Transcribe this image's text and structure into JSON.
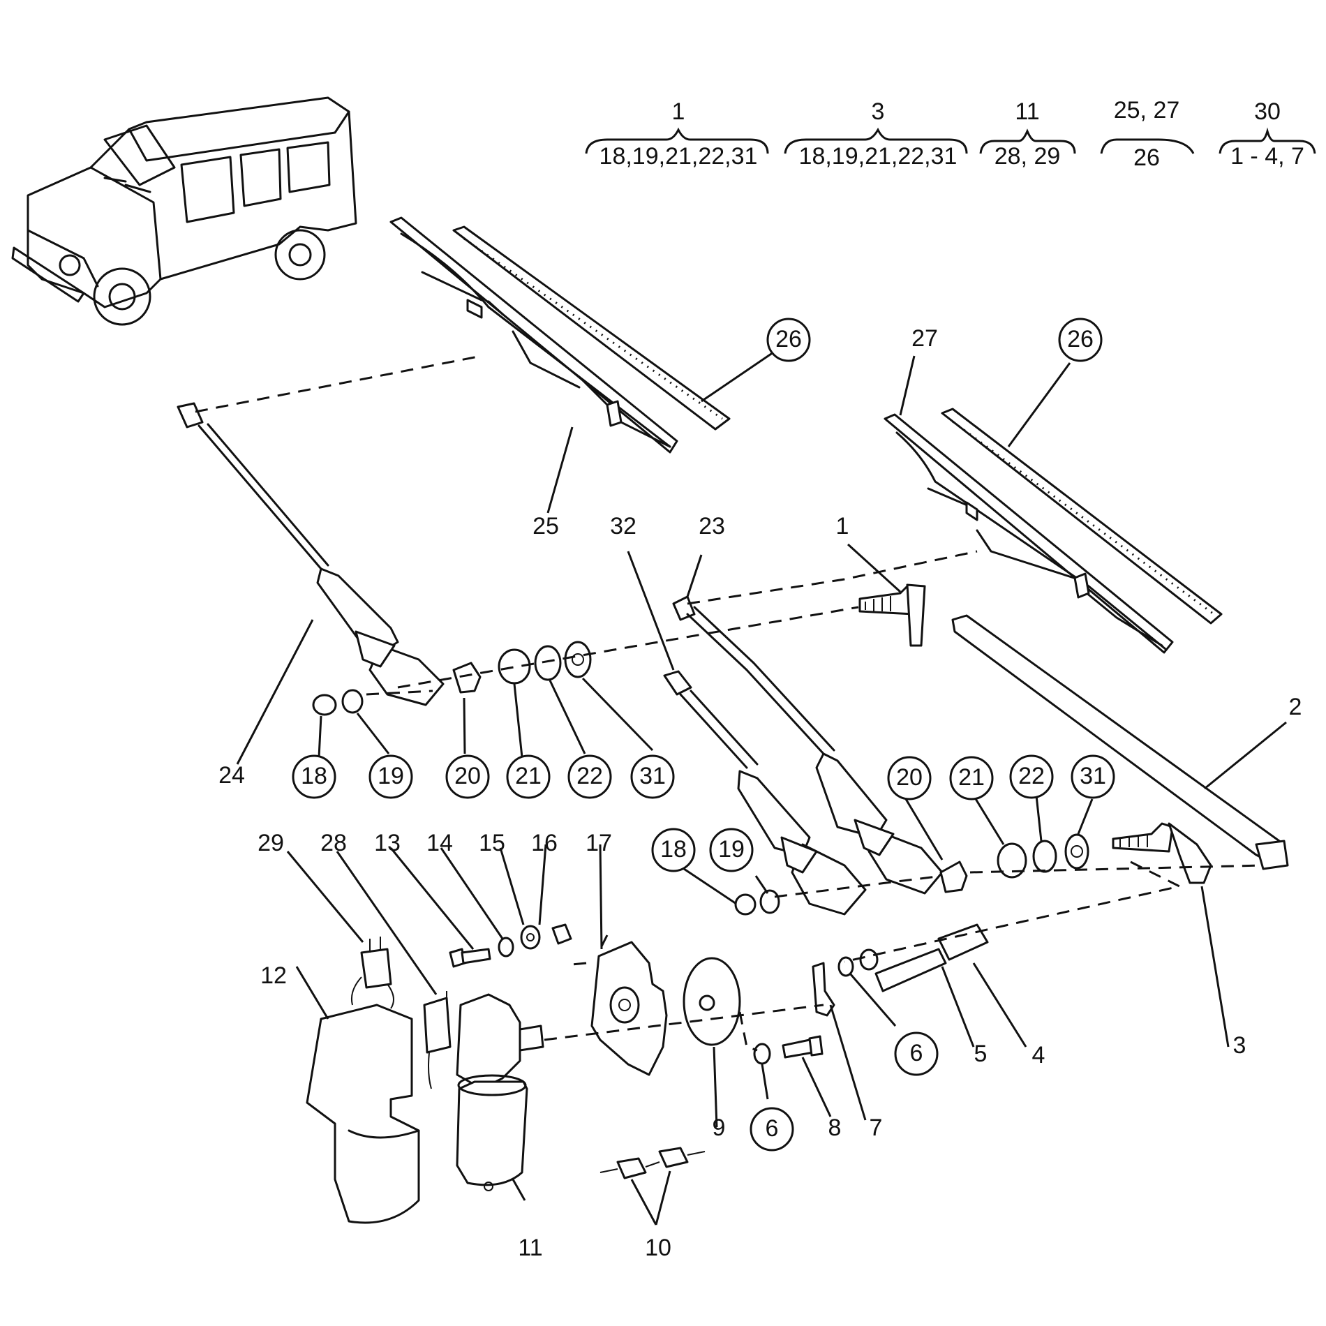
{
  "groups": [
    {
      "top": "1",
      "bottom": "18,19,21,22,31"
    },
    {
      "top": "3",
      "bottom": "18,19,21,22,31"
    },
    {
      "top": "11",
      "bottom": "28, 29"
    },
    {
      "top": "25, 27",
      "bottom": "26"
    },
    {
      "top": "30",
      "bottom": "1 - 4, 7"
    }
  ],
  "labels": {
    "l1": "1",
    "l2": "2",
    "l3": "3",
    "l4": "4",
    "l5": "5",
    "l7": "7",
    "l8": "8",
    "l9": "9",
    "l10": "10",
    "l11": "11",
    "l12": "12",
    "l13": "13",
    "l14": "14",
    "l15": "15",
    "l16": "16",
    "l17": "17",
    "l23": "23",
    "l24": "24",
    "l25": "25",
    "l27": "27",
    "l28": "28",
    "l29": "29",
    "l32": "32"
  },
  "circled": {
    "c26a": "26",
    "c26b": "26",
    "c18a": "18",
    "c19a": "19",
    "c20a": "20",
    "c21a": "21",
    "c22a": "22",
    "c31a": "31",
    "c20b": "20",
    "c21b": "21",
    "c22b": "22",
    "c31b": "31",
    "c18b": "18",
    "c19b": "19",
    "c6a": "6",
    "c6b": "6"
  }
}
